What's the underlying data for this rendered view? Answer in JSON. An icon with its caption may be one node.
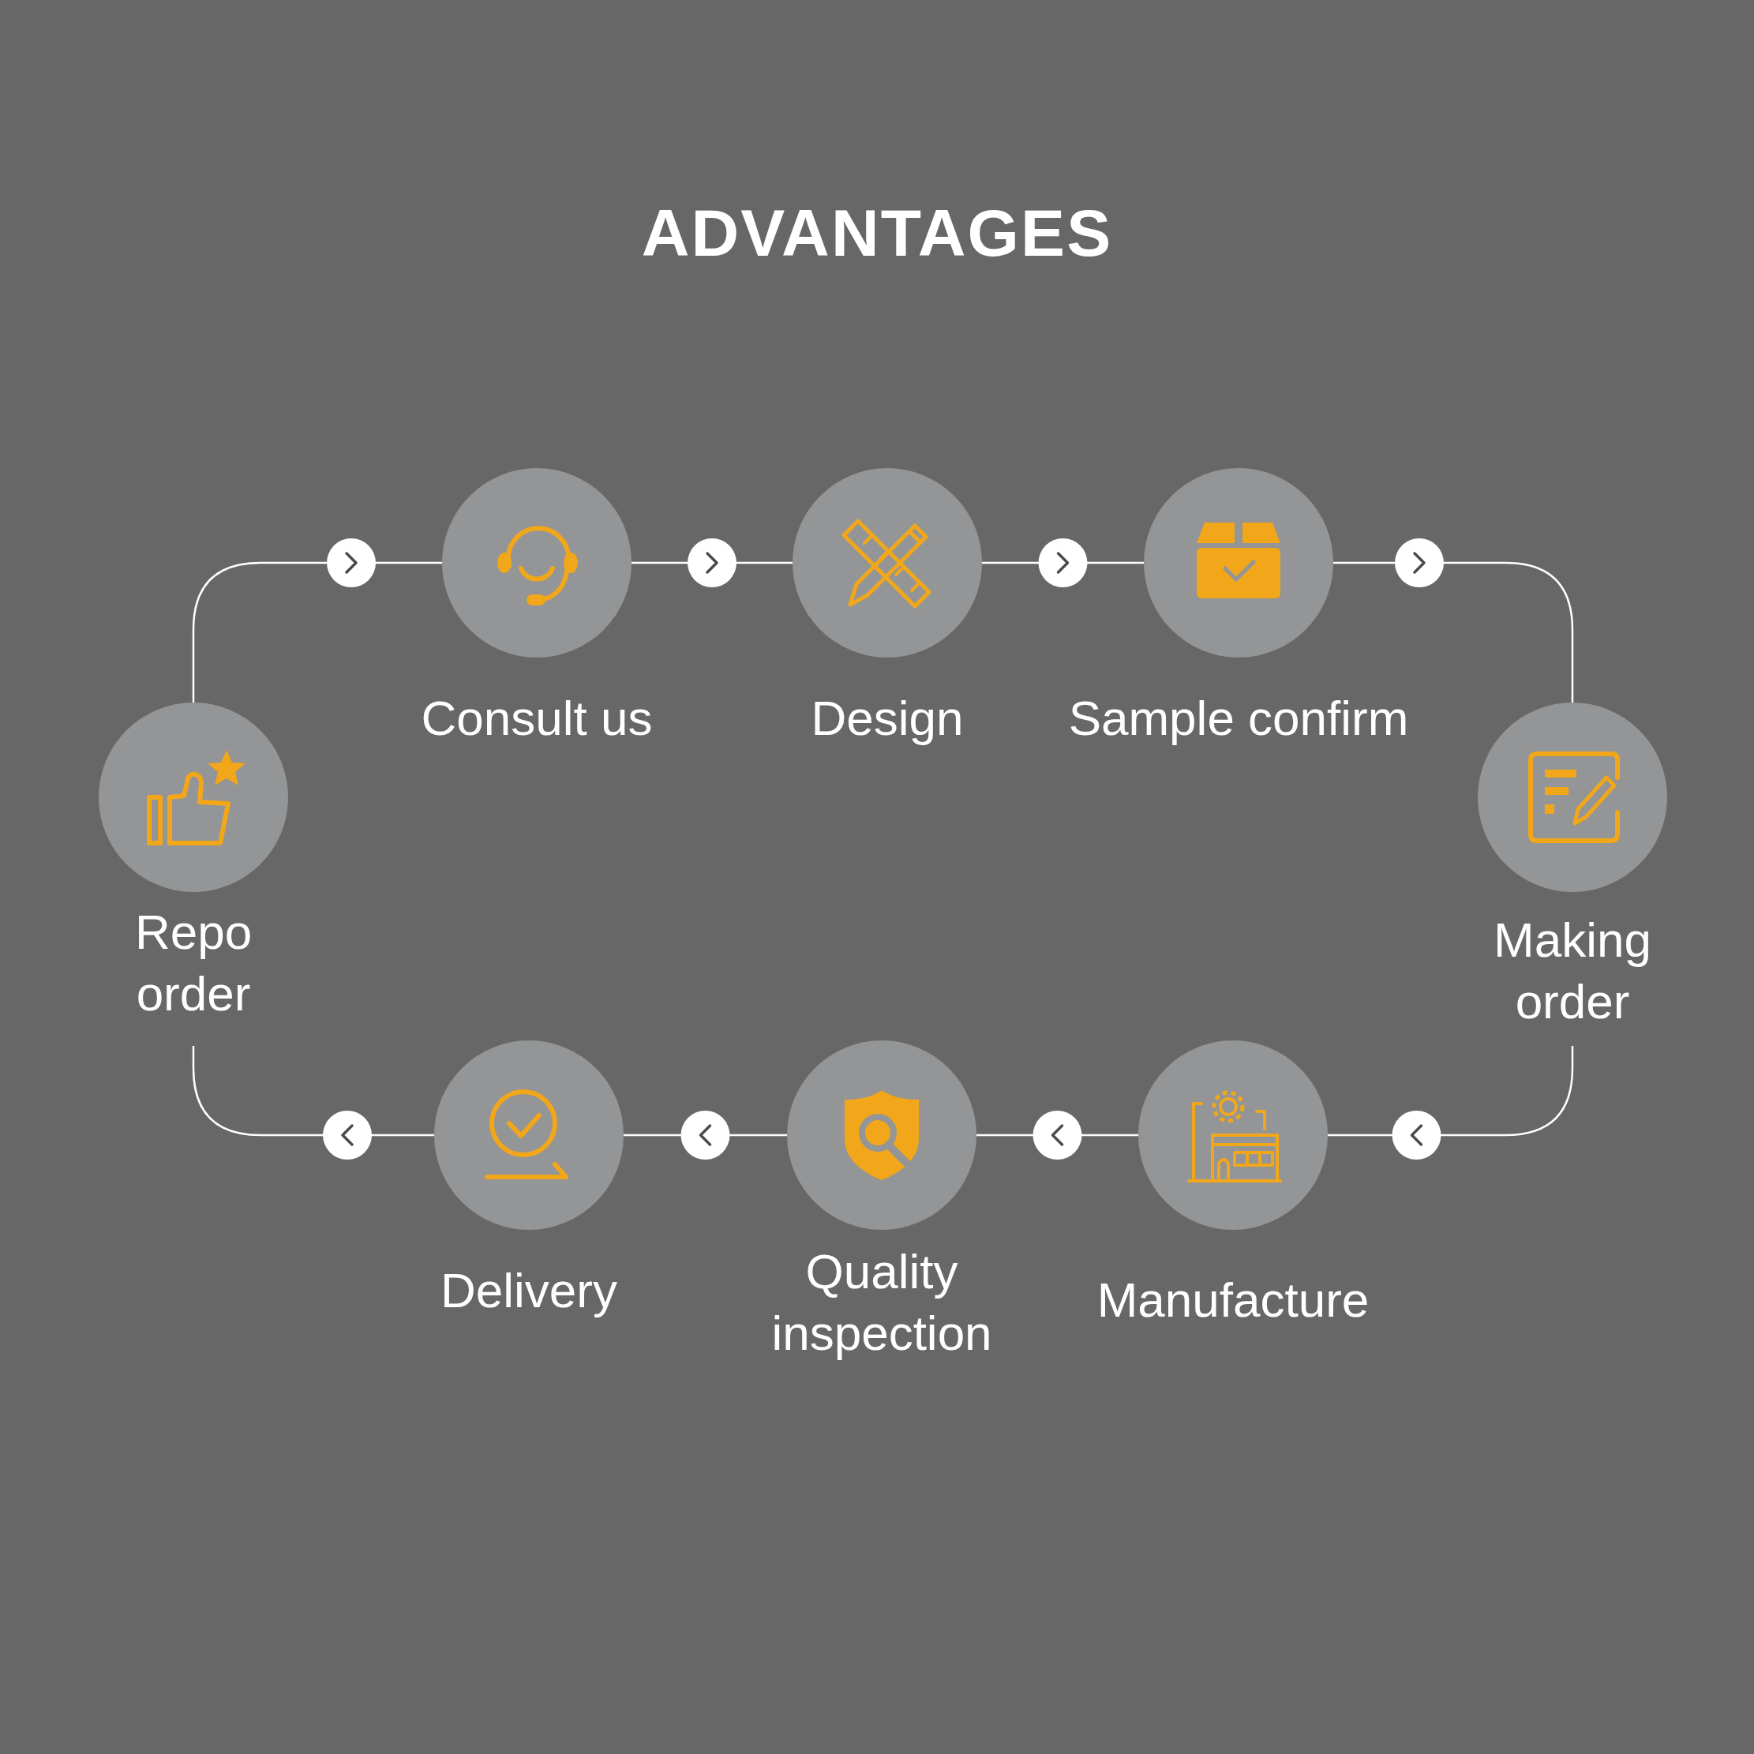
{
  "diagram": {
    "title": "ADVANTAGES",
    "nodes": [
      {
        "text": [
          "Consult us"
        ]
      },
      {
        "text": [
          "Design"
        ]
      },
      {
        "text": [
          "Sample confirm"
        ]
      },
      {
        "text": [
          "Repo order"
        ]
      },
      {
        "text": [
          "Making order"
        ]
      },
      {
        "text": [
          "Delivery"
        ]
      },
      {
        "text": [
          "Quality inspection"
        ]
      },
      {
        "text": [
          "Manufacture"
        ]
      }
    ],
    "edges": [
      {
        "from": 3,
        "to": 0,
        "arrow": "to"
      },
      {
        "from": 0,
        "to": 1,
        "arrow": "to"
      },
      {
        "from": 1,
        "to": 2,
        "arrow": "to"
      },
      {
        "from": 2,
        "to": 4,
        "arrow": "to"
      },
      {
        "from": 4,
        "to": 7,
        "arrow": "to"
      },
      {
        "from": 7,
        "to": 6,
        "arrow": "to"
      },
      {
        "from": 6,
        "to": 5,
        "arrow": "to"
      },
      {
        "from": 5,
        "to": 3,
        "arrow": "to"
      }
    ]
  }
}
